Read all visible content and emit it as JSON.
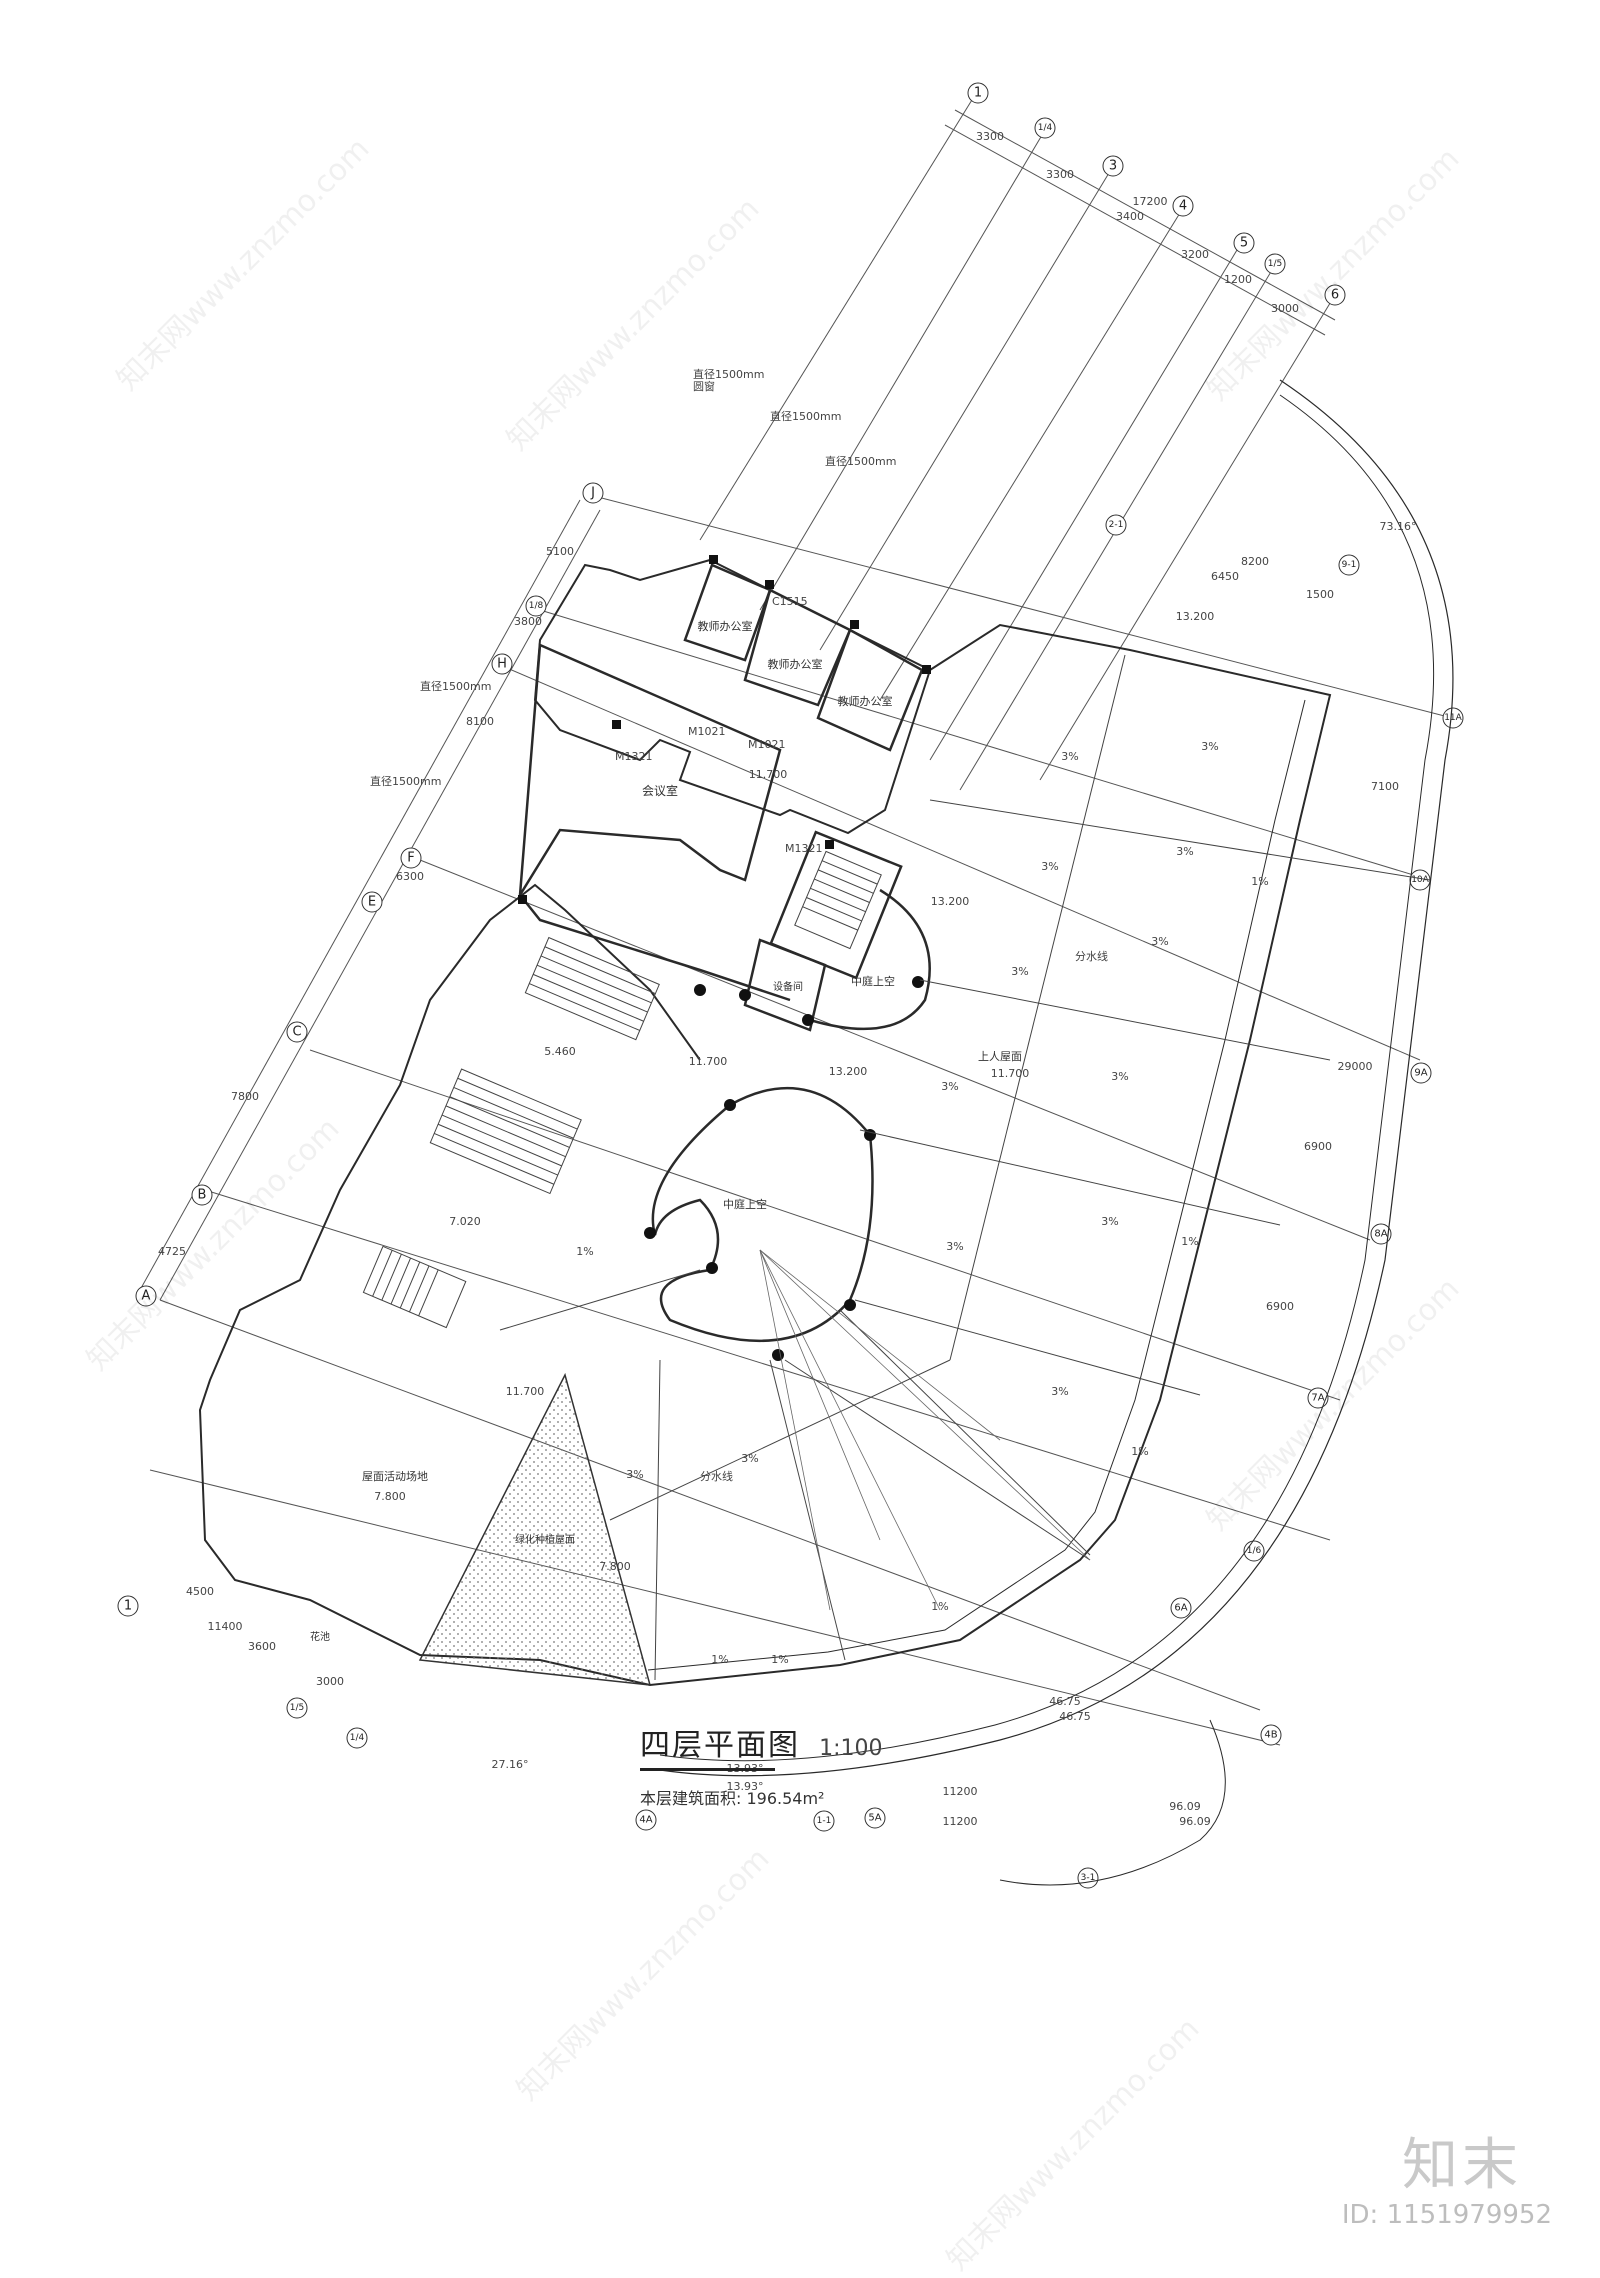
{
  "drawing": {
    "title": "四层平面图",
    "scale": "1:100",
    "area_label": "本层建筑面积: 196.54m²"
  },
  "rooms": {
    "office_1": "教师办公室",
    "office_2": "教师办公室",
    "office_3": "教师办公室",
    "meeting": "会议室",
    "equipment": "设备间",
    "courtyard_void_small": "中庭上空",
    "courtyard_void_large": "中庭上空",
    "roof_terrace": "上人屋面",
    "roof_activity": "屋面活动场地",
    "green_roof": "绿化种植屋面",
    "flower_bed": "花池"
  },
  "elevations": {
    "e1": "11.700",
    "e2": "13.200",
    "e3": "11.700",
    "e4": "13.200",
    "e5": "5.460",
    "e6": "7.020",
    "e7": "11.700",
    "e8": "7.800",
    "e9": "13.200",
    "e10": "11.700",
    "e11": "7.800"
  },
  "axis_labels": {
    "a1": "1",
    "a14": "1/4",
    "a3": "3",
    "a4": "4",
    "a5": "5",
    "a15": "1/5",
    "a6": "6",
    "aJ": "J",
    "aH": "H",
    "aF": "F",
    "aE": "E",
    "aC": "C",
    "aB": "B",
    "aA": "A",
    "a1b": "1",
    "a15b": "1/5",
    "a14b": "1/4",
    "a4A": "4A",
    "a5A": "5A",
    "a6A": "6A",
    "a7A": "7A",
    "a8A": "8A",
    "a9A": "9A",
    "a10A": "10A",
    "a11A": "11A",
    "a4B": "4B",
    "a16": "1/6",
    "a18": "1/8",
    "a1_1": "1-1",
    "a3_1": "3-1",
    "a2_1": "2-1",
    "a9_1": "9-1"
  },
  "dimensions": {
    "d3300a": "3300",
    "d3300b": "3300",
    "d17200": "17200",
    "d3400": "3400",
    "d3200": "3200",
    "d1200": "1200",
    "d3000": "3000",
    "d5100": "5100",
    "d3800": "3800",
    "d8100": "8100",
    "d6300": "6300",
    "d7800": "7800",
    "d4725": "4725",
    "d8200": "8200",
    "d6450": "6450",
    "d1500": "1500",
    "d7100": "7100",
    "d29000": "29000",
    "d6900a": "6900",
    "d6900b": "6900",
    "d4500": "4500",
    "d11400": "11400",
    "d3600": "3600",
    "d3000b": "3000",
    "d11200a": "11200",
    "d11200b": "11200",
    "d2716": "27.16°",
    "d1393a": "13.93°",
    "d1393b": "13.93°",
    "d4675a": "46.75",
    "d4675b": "46.75",
    "d9609a": "96.09",
    "d9609b": "96.09",
    "d7316": "73.16°"
  },
  "slopes": {
    "s1": "3%",
    "s2": "3%",
    "s3": "3%",
    "s4": "3%",
    "s5": "3%",
    "s6": "3%",
    "s7": "3%",
    "s8": "3%",
    "s9": "3%",
    "s10": "3%",
    "s11": "3%",
    "s12": "3%",
    "s13": "3%",
    "t1": "1%",
    "t2": "1%",
    "t3": "1%",
    "t4": "1%",
    "t5": "1%",
    "t6": "1%",
    "t7": "1%"
  },
  "notes": {
    "window": "直径1500mm",
    "window2": "圆窗",
    "door_m1021": "M1021",
    "door_m1321": "M1321",
    "win_c1515": "C1515",
    "ridge": "分水线"
  },
  "branding": {
    "logo": "知末",
    "id": "ID: 1151979952",
    "watermark": "知末网www.znzmo.com"
  },
  "colors": {
    "line": "#2a2a2a",
    "hatch": "#888888"
  }
}
